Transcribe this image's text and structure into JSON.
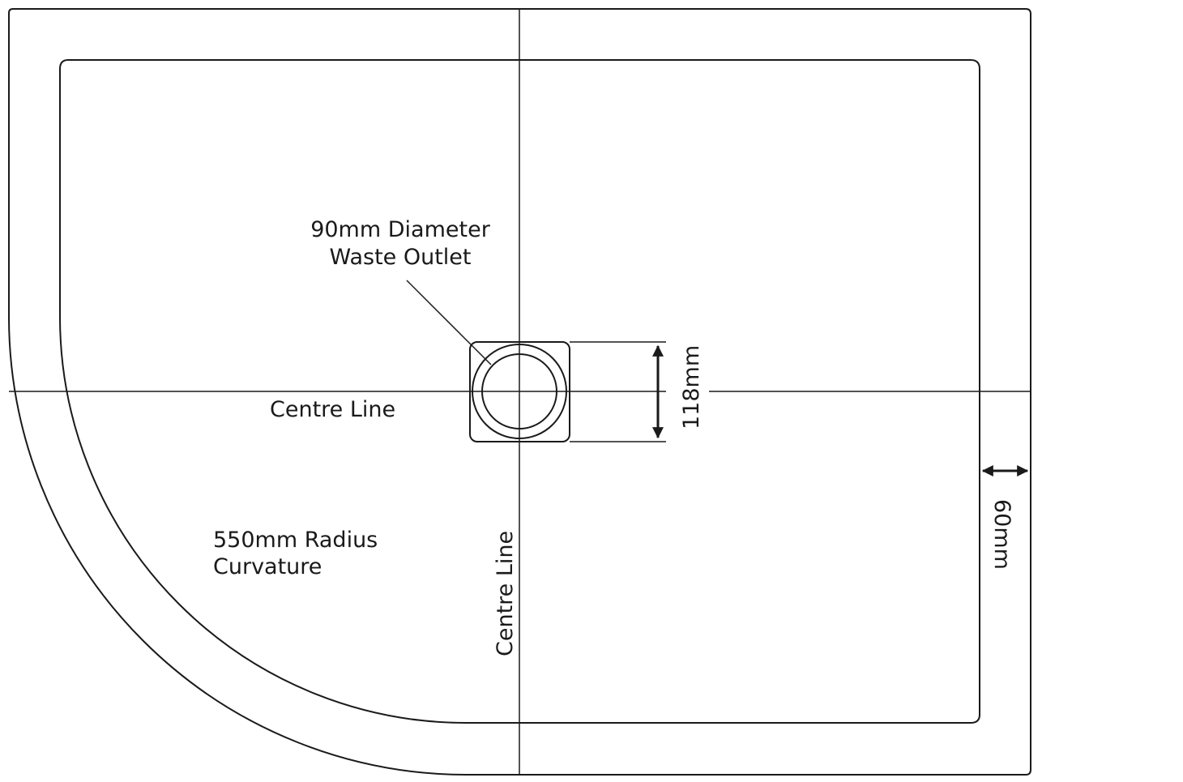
{
  "labels": {
    "outlet_line1": "90mm Diameter",
    "outlet_line2": "Waste Outlet",
    "centre_line_h": "Centre Line",
    "centre_line_v": "Centre Line",
    "outlet_size": "118mm",
    "upstand_width": "60mm",
    "radius_line1": "550mm Radius",
    "radius_line2": "Curvature"
  },
  "colors": {
    "stroke": "#1a1a1a",
    "background": "#ffffff"
  }
}
